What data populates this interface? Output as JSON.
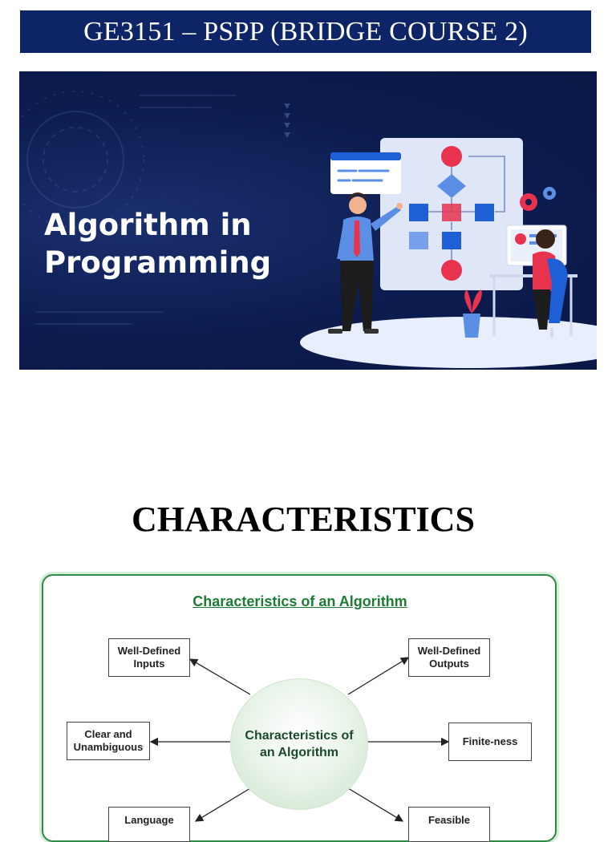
{
  "header": {
    "title": "GE3151 – PSPP (BRIDGE COURSE 2)"
  },
  "banner": {
    "title_line1": "Algorithm in",
    "title_line2": "Programming",
    "colors": {
      "background": "#0c1c4f",
      "flow_blue": "#1f5fd6",
      "flow_red": "#e8334f",
      "board": "#dfe6f7"
    }
  },
  "section": {
    "heading": "CHARACTERISTICS"
  },
  "diagram": {
    "title": "Characteristics of an Algorithm",
    "center_line1": "Characteristics of",
    "center_line2": "an Algorithm",
    "well_defined_inputs": {
      "line1": "Well-Defined",
      "line2": "Inputs"
    },
    "well_defined_outputs": {
      "line1": "Well-Defined",
      "line2": "Outputs"
    },
    "clear_unambiguous": {
      "line1": "Clear and",
      "line2": "Unambiguous"
    },
    "finite_ness": "Finite-ness",
    "language": "Language",
    "feasible": "Feasible",
    "colors": {
      "frame": "#2f8a45",
      "title": "#1e7b34",
      "circle": "#c8e2c8"
    }
  }
}
